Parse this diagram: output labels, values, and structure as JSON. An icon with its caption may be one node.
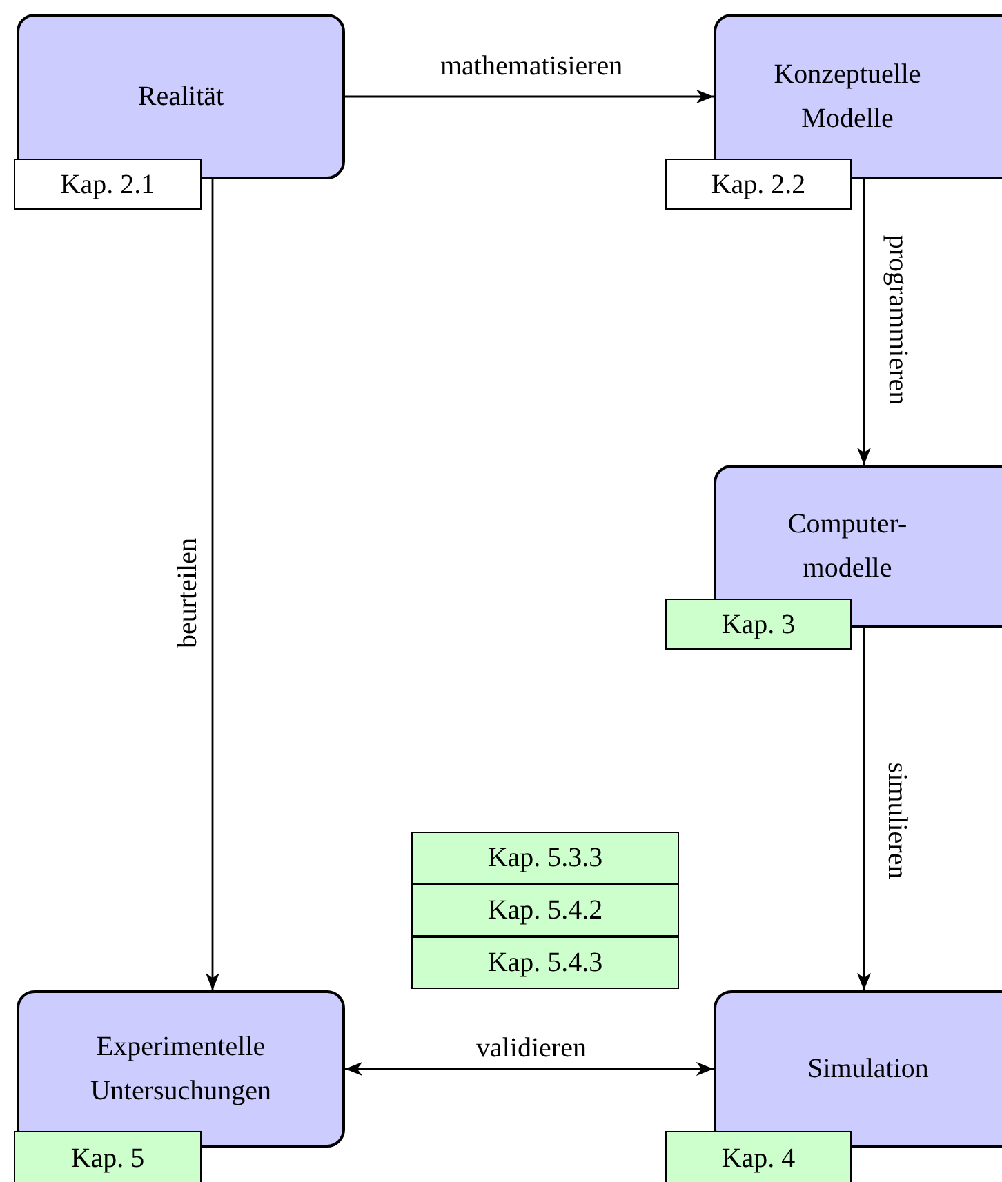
{
  "diagram": {
    "nodes": [
      {
        "text": [
          "Realität"
        ]
      },
      {
        "text": [
          "Kap. 2.1"
        ]
      },
      {
        "text": [
          "Konzeptuelle Modelle"
        ]
      },
      {
        "text": [
          "Kap. 2.2"
        ]
      },
      {
        "text": [
          "Computer- modelle"
        ]
      },
      {
        "text": [
          "Kap. 3"
        ]
      },
      {
        "text": [
          "Kap. 5.3.3"
        ]
      },
      {
        "text": [
          "Kap. 5.4.2"
        ]
      },
      {
        "text": [
          "Kap. 5.4.3"
        ]
      },
      {
        "text": [
          "Experimentelle Untersuchungen"
        ]
      },
      {
        "text": [
          "Kap. 5"
        ]
      },
      {
        "text": [
          "Simulation"
        ]
      },
      {
        "text": [
          "Kap. 4"
        ]
      }
    ],
    "edges": [
      {
        "from": 0,
        "to": 2,
        "arrow": "to",
        "label": "mathematisieren"
      },
      {
        "from": 2,
        "to": 4,
        "arrow": "to",
        "label": "programmieren"
      },
      {
        "from": 4,
        "to": 11,
        "arrow": "to",
        "label": "simulieren"
      },
      {
        "from": 0,
        "to": 9,
        "arrow": "to",
        "label": "beurteilen"
      },
      {
        "from": 9,
        "to": 11,
        "arrow": "both",
        "label": "validieren"
      }
    ]
  }
}
